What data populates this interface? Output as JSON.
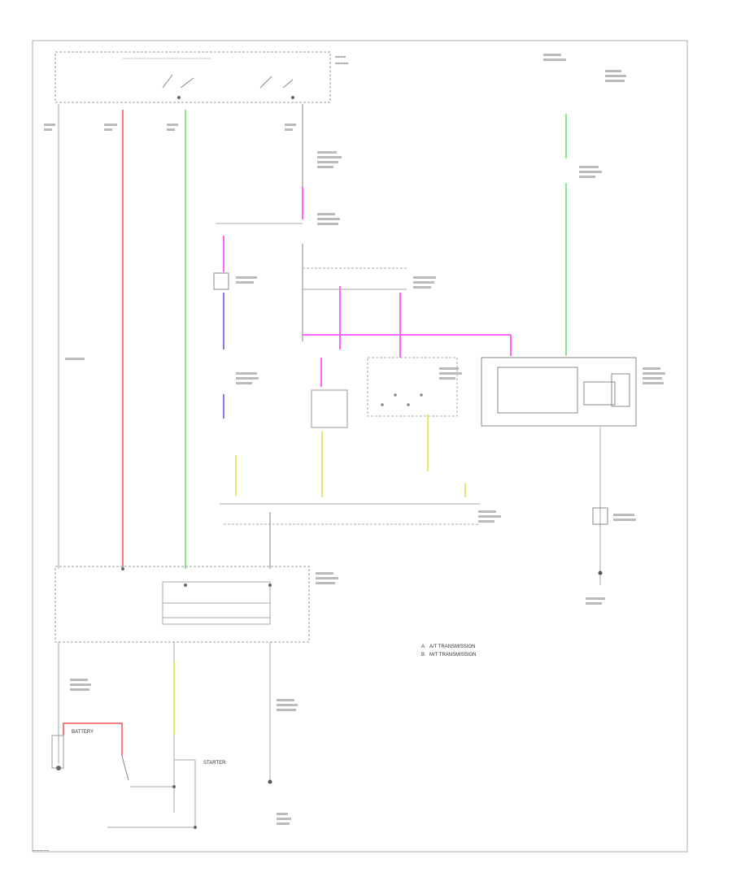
{
  "wire_colors": {
    "red": "#f08080",
    "green": "#88e888",
    "magenta": "#ff66ff",
    "blue": "#8080e0",
    "yellow": "#e8e870",
    "black": "#555555"
  },
  "legend": {
    "items": [
      "A/T TRANSMISSION",
      "M/T TRANSMISSION"
    ]
  },
  "components": {
    "battery_label": "BATTERY",
    "starter_label": "STARTER"
  },
  "footer": {
    "id_text": "~~~~~"
  }
}
